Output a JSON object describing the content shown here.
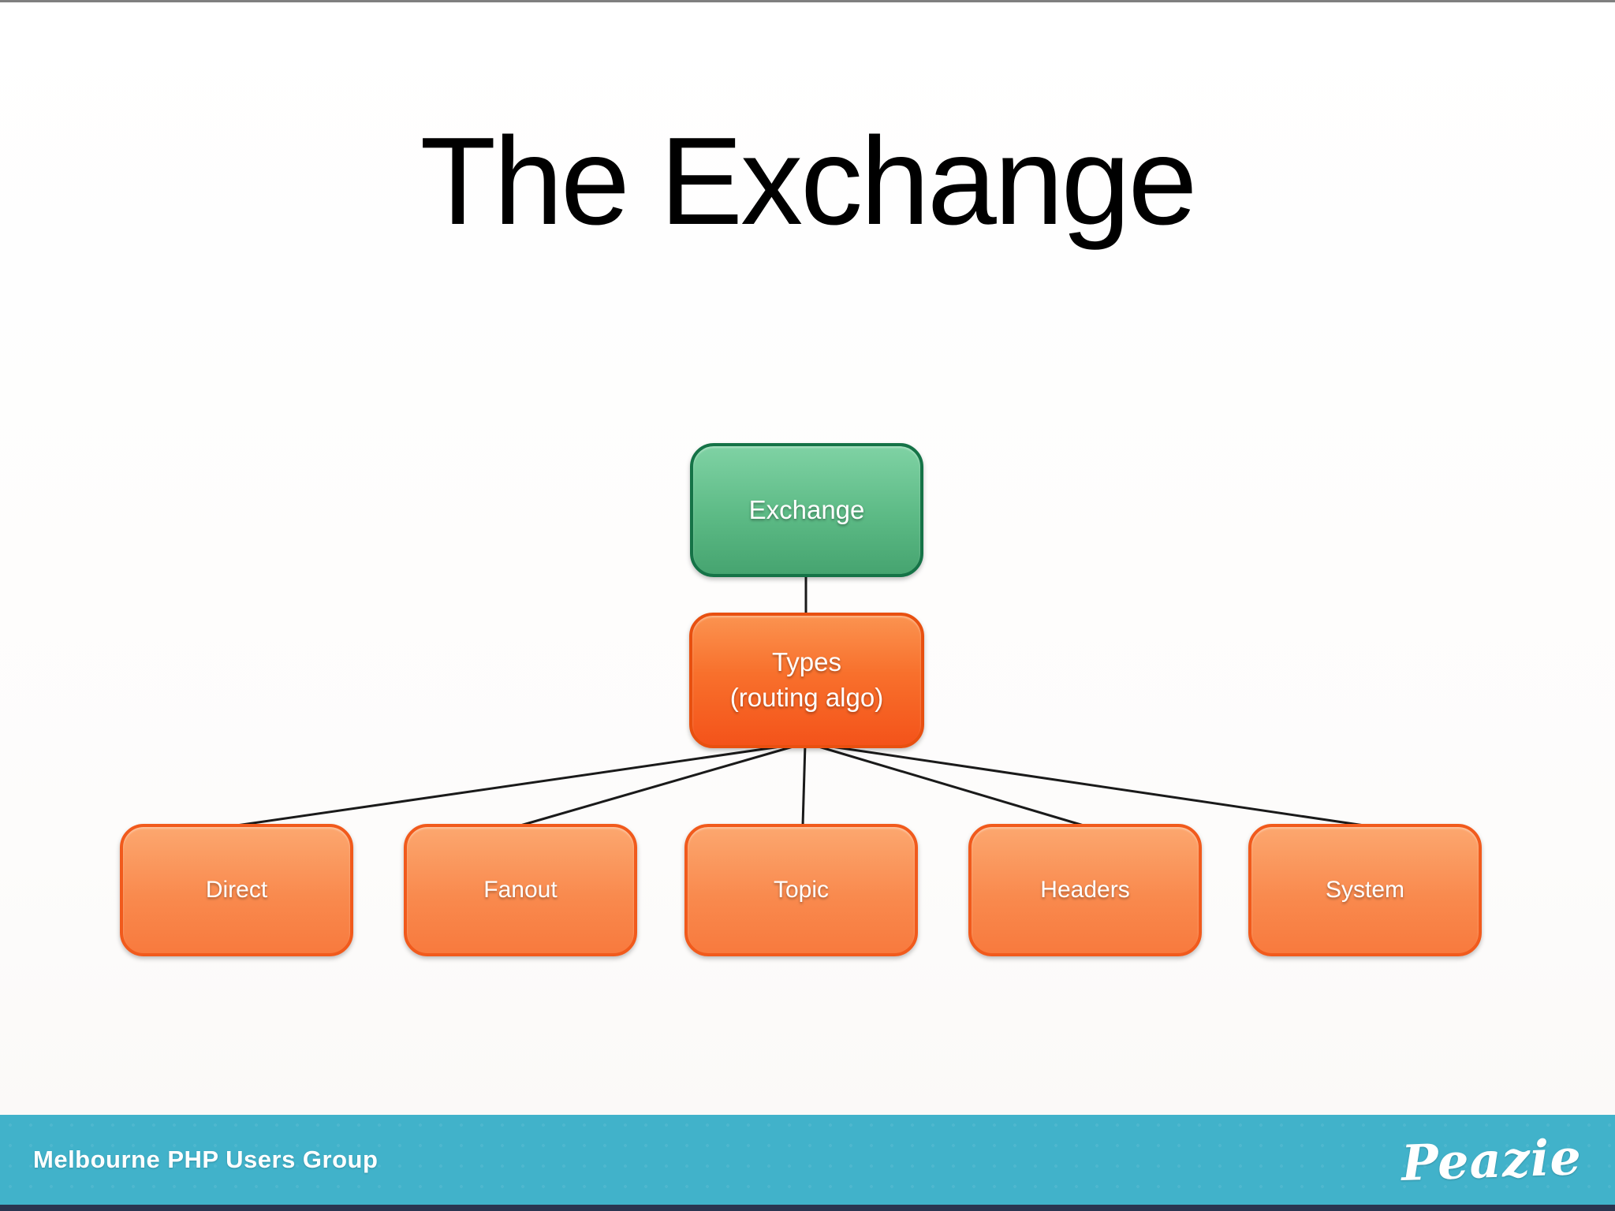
{
  "slide": {
    "title": "The Exchange",
    "diagram": {
      "root": {
        "label": "Exchange"
      },
      "hub": {
        "label_line1": "Types",
        "label_line2": "(routing algo)"
      },
      "children": [
        {
          "label": "Direct"
        },
        {
          "label": "Fanout"
        },
        {
          "label": "Topic"
        },
        {
          "label": "Headers"
        },
        {
          "label": "System"
        }
      ]
    },
    "footer": {
      "left_text": "Melbourne PHP Users Group",
      "brand_text": "Peazie"
    },
    "colors": {
      "root_green_fill": "#5cba85",
      "root_green_border": "#157347",
      "hub_orange_fill": "#f8702c",
      "hub_orange_border": "#e85010",
      "leaf_orange_fill": "#f98a4e",
      "leaf_orange_border": "#f15a1c",
      "connector_black": "#1a1a1a",
      "footer_teal": "#41b2ca",
      "footer_navy_line": "#2a3550",
      "top_hairline_grey": "#7f7f7f",
      "title_black": "#000000",
      "node_text_white": "#ffffff"
    }
  }
}
